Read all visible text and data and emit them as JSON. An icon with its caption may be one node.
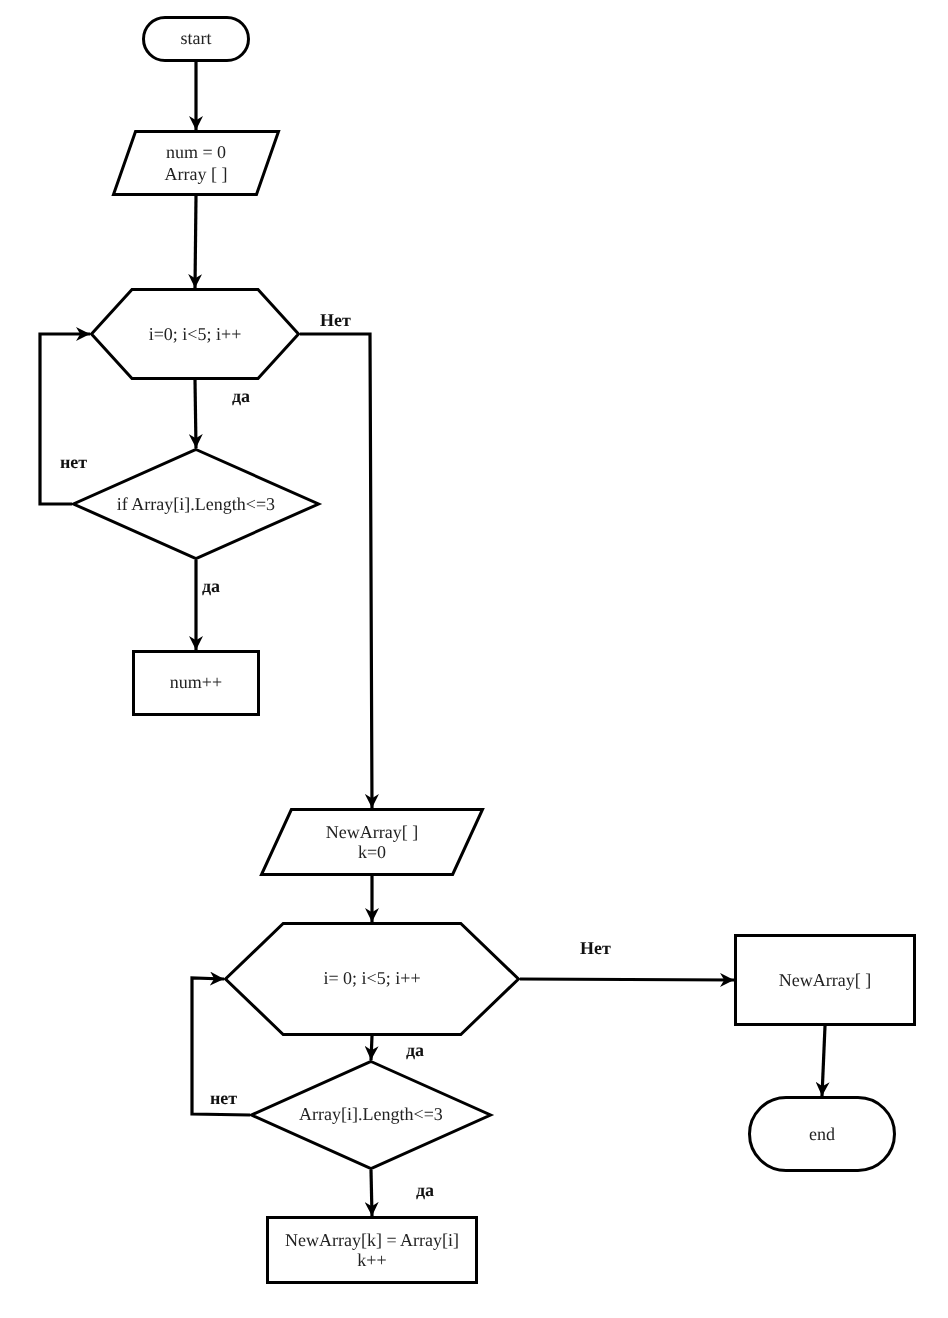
{
  "diagram": {
    "nodes": [
      {
        "text": [
          "start"
        ]
      },
      {
        "text": [
          "num = 0 Array [ ]"
        ]
      },
      {
        "text": [
          "i=0; i<5; i++"
        ]
      },
      {
        "text": [
          "if Array[i].Length<=3"
        ]
      },
      {
        "text": [
          "num++"
        ]
      },
      {
        "text": [
          "NewArray[ ] k=0"
        ]
      },
      {
        "text": [
          "i= 0; i<5; i++"
        ]
      },
      {
        "text": [
          "Array[i].Length<=3"
        ]
      },
      {
        "text": [
          "NewArray[k] = Array[i] k++"
        ]
      },
      {
        "text": [
          "NewArray[ ]"
        ]
      },
      {
        "text": [
          "end"
        ]
      }
    ],
    "edges": [
      {
        "from": 0,
        "to": 1,
        "arrow": "to"
      },
      {
        "from": 1,
        "to": 2,
        "arrow": "to"
      },
      {
        "from": 2,
        "to": 3,
        "arrow": "to",
        "label": "да"
      },
      {
        "from": 3,
        "to": 2,
        "arrow": "to",
        "label": "нет"
      },
      {
        "from": 3,
        "to": 4,
        "arrow": "to",
        "label": "да"
      },
      {
        "from": 2,
        "to": 5,
        "arrow": "to",
        "label": "Нет"
      },
      {
        "from": 5,
        "to": 6,
        "arrow": "to"
      },
      {
        "from": 6,
        "to": 9,
        "arrow": "to",
        "label": "Нет"
      },
      {
        "from": 6,
        "to": 7,
        "arrow": "to",
        "label": "да"
      },
      {
        "from": 7,
        "to": 6,
        "arrow": "to",
        "label": "нет"
      },
      {
        "from": 7,
        "to": 8,
        "arrow": "to",
        "label": "да"
      },
      {
        "from": 9,
        "to": 10,
        "arrow": "to"
      }
    ]
  }
}
